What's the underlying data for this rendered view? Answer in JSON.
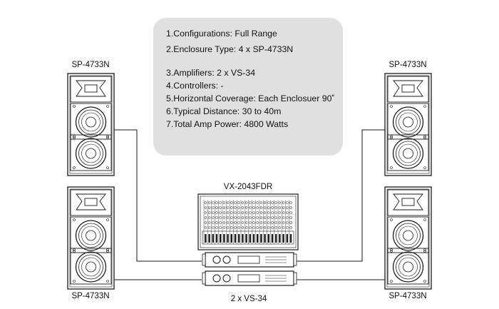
{
  "specs": [
    "1.Configurations: Full Range",
    "2.Enclosure Type: 4 x SP-4733N",
    "",
    "3.Amplifiers: 2 x VS-34",
    "4.Controllers: -",
    "5.Horizontal Coverage: Each Enclosuer 90˚",
    "6.Typical Distance: 30 to 40m",
    "7.Total Amp Power: 4800 Watts"
  ],
  "labels": {
    "speaker_top_left": "SP-4733N",
    "speaker_top_right": "SP-4733N",
    "speaker_bottom_left": "SP-4733N",
    "speaker_bottom_right": "SP-4733N",
    "mixer": "VX-2043FDR",
    "amplifiers": "2 x  VS-34"
  },
  "colors": {
    "panel": "#e0e0e0",
    "line": "#1a1a1a"
  }
}
